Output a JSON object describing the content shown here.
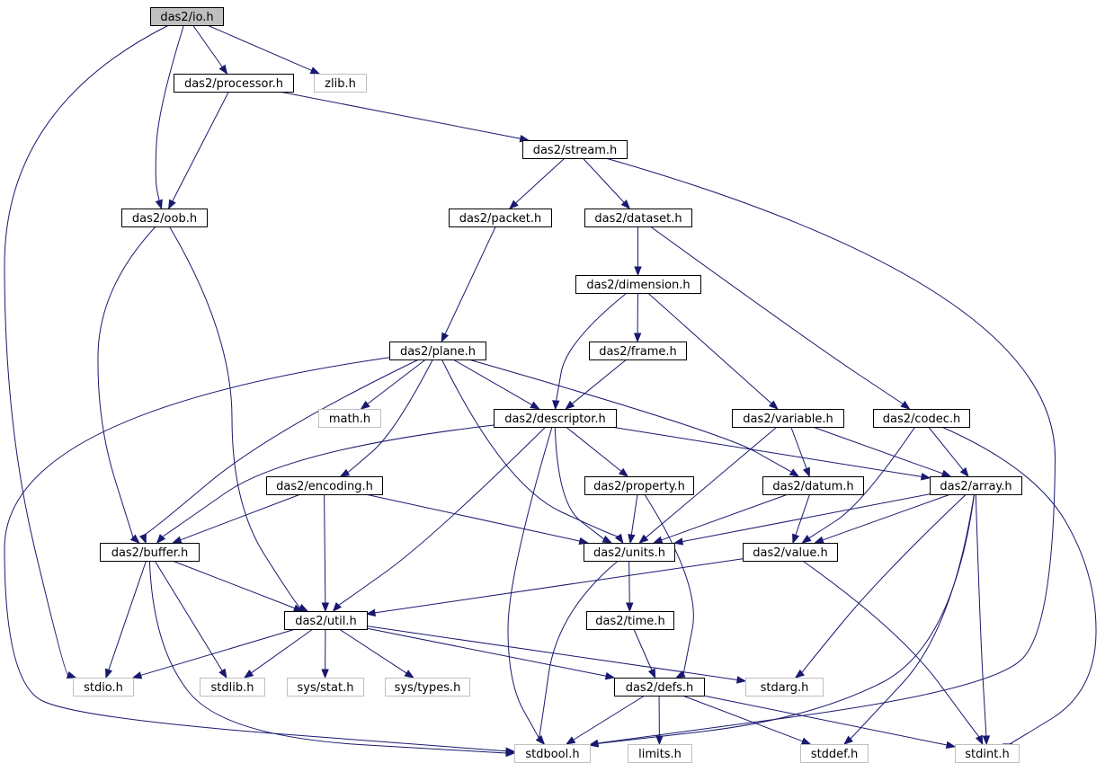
{
  "graph": {
    "nodes": [
      {
        "id": "io",
        "label": "das2/io.h",
        "kind": "root"
      },
      {
        "id": "processor",
        "label": "das2/processor.h",
        "kind": "internal"
      },
      {
        "id": "zlib",
        "label": "zlib.h",
        "kind": "external"
      },
      {
        "id": "stream",
        "label": "das2/stream.h",
        "kind": "internal"
      },
      {
        "id": "oob",
        "label": "das2/oob.h",
        "kind": "internal"
      },
      {
        "id": "packet",
        "label": "das2/packet.h",
        "kind": "internal"
      },
      {
        "id": "dataset",
        "label": "das2/dataset.h",
        "kind": "internal"
      },
      {
        "id": "dimension",
        "label": "das2/dimension.h",
        "kind": "internal"
      },
      {
        "id": "plane",
        "label": "das2/plane.h",
        "kind": "internal"
      },
      {
        "id": "frame",
        "label": "das2/frame.h",
        "kind": "internal"
      },
      {
        "id": "math",
        "label": "math.h",
        "kind": "external"
      },
      {
        "id": "descriptor",
        "label": "das2/descriptor.h",
        "kind": "internal"
      },
      {
        "id": "variable",
        "label": "das2/variable.h",
        "kind": "internal"
      },
      {
        "id": "codec",
        "label": "das2/codec.h",
        "kind": "internal"
      },
      {
        "id": "encoding",
        "label": "das2/encoding.h",
        "kind": "internal"
      },
      {
        "id": "property",
        "label": "das2/property.h",
        "kind": "internal"
      },
      {
        "id": "datum",
        "label": "das2/datum.h",
        "kind": "internal"
      },
      {
        "id": "array",
        "label": "das2/array.h",
        "kind": "internal"
      },
      {
        "id": "buffer",
        "label": "das2/buffer.h",
        "kind": "internal"
      },
      {
        "id": "units",
        "label": "das2/units.h",
        "kind": "internal"
      },
      {
        "id": "value",
        "label": "das2/value.h",
        "kind": "internal"
      },
      {
        "id": "time",
        "label": "das2/time.h",
        "kind": "internal"
      },
      {
        "id": "util",
        "label": "das2/util.h",
        "kind": "internal"
      },
      {
        "id": "stdio",
        "label": "stdio.h",
        "kind": "external"
      },
      {
        "id": "stdlib",
        "label": "stdlib.h",
        "kind": "external"
      },
      {
        "id": "sysstat",
        "label": "sys/stat.h",
        "kind": "external"
      },
      {
        "id": "systypes",
        "label": "sys/types.h",
        "kind": "external"
      },
      {
        "id": "defs",
        "label": "das2/defs.h",
        "kind": "internal"
      },
      {
        "id": "stdarg",
        "label": "stdarg.h",
        "kind": "external"
      },
      {
        "id": "stdbool",
        "label": "stdbool.h",
        "kind": "external"
      },
      {
        "id": "limits",
        "label": "limits.h",
        "kind": "external"
      },
      {
        "id": "stddef",
        "label": "stddef.h",
        "kind": "external"
      },
      {
        "id": "stdint",
        "label": "stdint.h",
        "kind": "external"
      }
    ],
    "edges": [
      [
        "io",
        "processor"
      ],
      [
        "io",
        "zlib"
      ],
      [
        "io",
        "oob"
      ],
      [
        "io",
        "stdio"
      ],
      [
        "processor",
        "stream"
      ],
      [
        "processor",
        "oob"
      ],
      [
        "stream",
        "packet"
      ],
      [
        "stream",
        "dataset"
      ],
      [
        "stream",
        "stdbool"
      ],
      [
        "oob",
        "buffer"
      ],
      [
        "oob",
        "util"
      ],
      [
        "packet",
        "plane"
      ],
      [
        "dataset",
        "dimension"
      ],
      [
        "dataset",
        "codec"
      ],
      [
        "dimension",
        "frame"
      ],
      [
        "dimension",
        "descriptor"
      ],
      [
        "dimension",
        "variable"
      ],
      [
        "frame",
        "descriptor"
      ],
      [
        "plane",
        "math"
      ],
      [
        "plane",
        "descriptor"
      ],
      [
        "plane",
        "buffer"
      ],
      [
        "plane",
        "encoding"
      ],
      [
        "plane",
        "units"
      ],
      [
        "plane",
        "datum"
      ],
      [
        "plane",
        "stdbool"
      ],
      [
        "descriptor",
        "buffer"
      ],
      [
        "descriptor",
        "util"
      ],
      [
        "descriptor",
        "units"
      ],
      [
        "descriptor",
        "property"
      ],
      [
        "descriptor",
        "array"
      ],
      [
        "descriptor",
        "stdbool"
      ],
      [
        "variable",
        "datum"
      ],
      [
        "variable",
        "array"
      ],
      [
        "variable",
        "units"
      ],
      [
        "codec",
        "array"
      ],
      [
        "codec",
        "value"
      ],
      [
        "codec",
        "stdint"
      ],
      [
        "encoding",
        "buffer"
      ],
      [
        "encoding",
        "util"
      ],
      [
        "encoding",
        "units"
      ],
      [
        "property",
        "units"
      ],
      [
        "property",
        "defs"
      ],
      [
        "datum",
        "units"
      ],
      [
        "datum",
        "value"
      ],
      [
        "array",
        "units"
      ],
      [
        "array",
        "value"
      ],
      [
        "array",
        "stdarg"
      ],
      [
        "array",
        "stdbool"
      ],
      [
        "array",
        "stddef"
      ],
      [
        "array",
        "stdint"
      ],
      [
        "buffer",
        "util"
      ],
      [
        "buffer",
        "stdio"
      ],
      [
        "buffer",
        "stdlib"
      ],
      [
        "buffer",
        "stdbool"
      ],
      [
        "units",
        "time"
      ],
      [
        "units",
        "stdbool"
      ],
      [
        "value",
        "util"
      ],
      [
        "value",
        "stdint"
      ],
      [
        "time",
        "defs"
      ],
      [
        "util",
        "stdio"
      ],
      [
        "util",
        "stdlib"
      ],
      [
        "util",
        "sysstat"
      ],
      [
        "util",
        "systypes"
      ],
      [
        "util",
        "defs"
      ],
      [
        "util",
        "stdarg"
      ],
      [
        "defs",
        "stdbool"
      ],
      [
        "defs",
        "limits"
      ],
      [
        "defs",
        "stddef"
      ],
      [
        "defs",
        "stdint"
      ]
    ]
  }
}
